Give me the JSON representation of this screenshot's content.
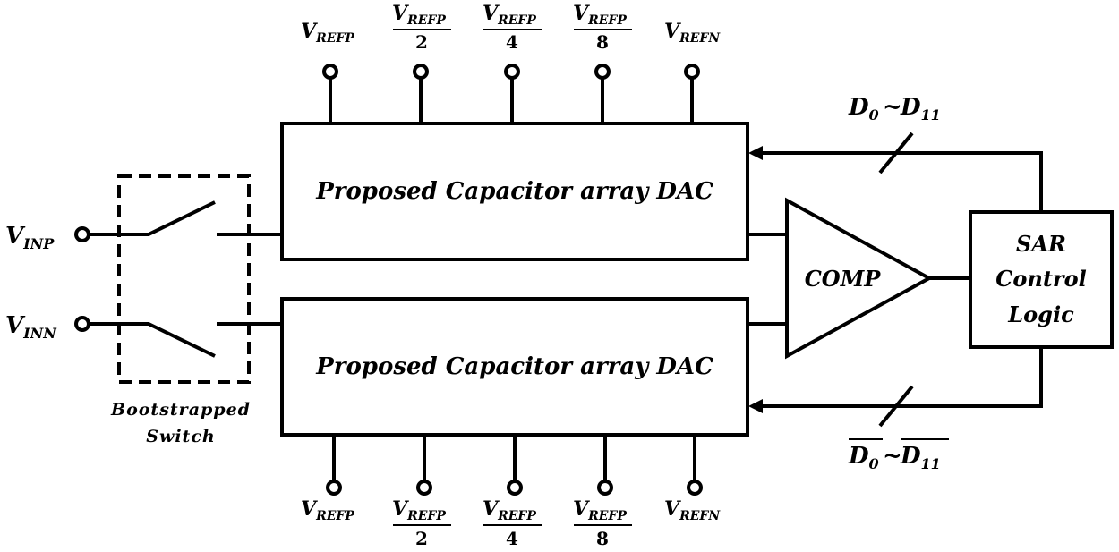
{
  "blocks": {
    "dac_top": "Proposed Capacitor array DAC",
    "dac_bottom": "Proposed Capacitor array DAC",
    "comparator": "COMP",
    "sar_line1": "SAR",
    "sar_line2": "Control",
    "sar_line3": "Logic",
    "switch_line1": "Bootstrapped",
    "switch_line2": "Switch"
  },
  "inputs": {
    "inp_main": "V",
    "inp_sub": "INP",
    "inn_main": "V",
    "inn_sub": "INN"
  },
  "references": {
    "v": "V",
    "refp": "REFP",
    "refn": "REFN",
    "div2": "2",
    "div4": "4",
    "div8": "8"
  },
  "buses": {
    "top_d0": "D",
    "top_d0_sub": "0",
    "tilde": "~",
    "top_d11": "D",
    "top_d11_sub": "11",
    "bot_d0": "D",
    "bot_d0_sub": "0",
    "bot_d11": "D",
    "bot_d11_sub": "11"
  }
}
